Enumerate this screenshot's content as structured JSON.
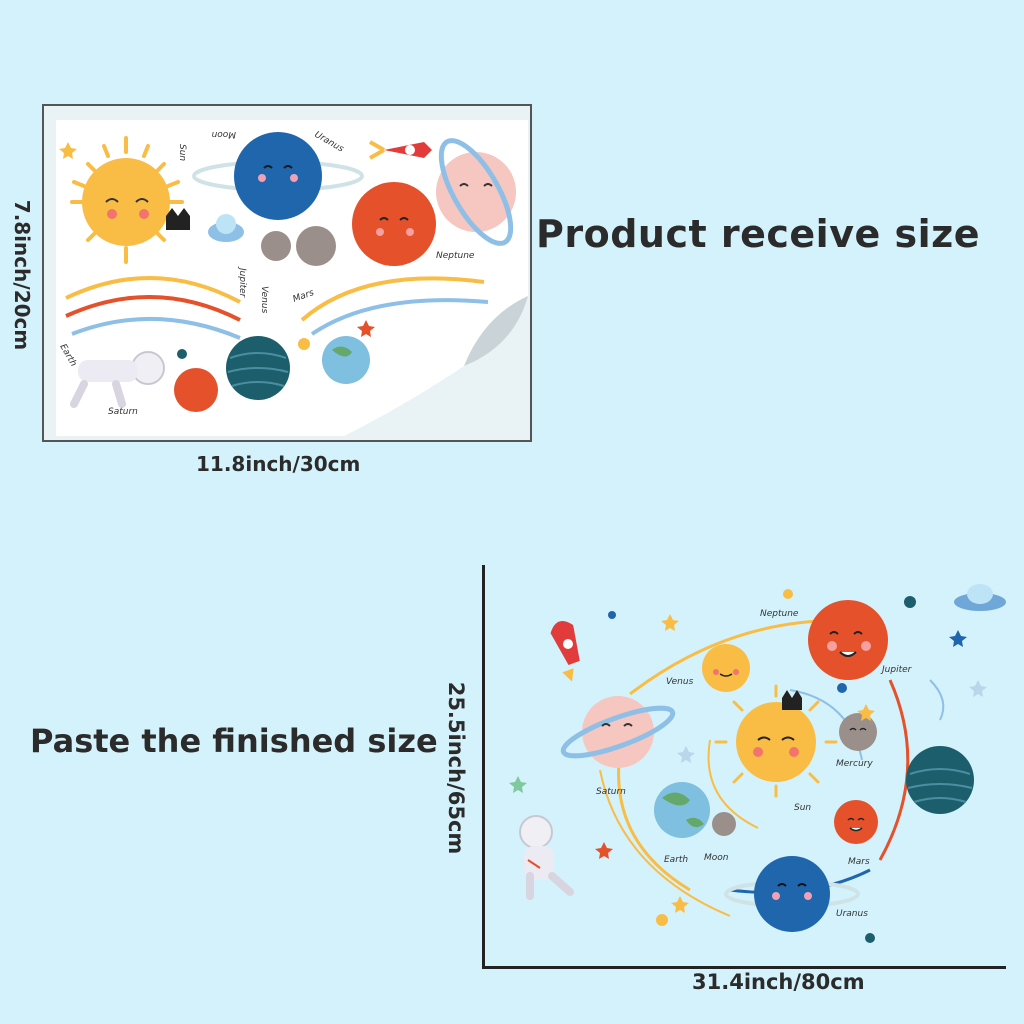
{
  "headings": {
    "receive": "Product receive size",
    "paste": "Paste the finished size"
  },
  "dimensions": {
    "sheet_height": "7.8inch/20cm",
    "sheet_width": "11.8inch/30cm",
    "paste_height": "25.5inch/65cm",
    "paste_width": "31.4inch/80cm"
  },
  "sheet_labels": {
    "sun": "Sun",
    "moon": "Moon",
    "uranus": "Uranus",
    "neptune": "Neptune",
    "mars": "Mars",
    "venus": "Venus",
    "jupiter": "Jupiter",
    "earth": "Earth",
    "saturn": "Saturn"
  },
  "system_labels": {
    "neptune": "Neptune",
    "jupiter": "Jupiter",
    "venus": "Venus",
    "mercury": "Mercury",
    "saturn": "Saturn",
    "sun": "Sun",
    "earth": "Earth",
    "moon": "Moon",
    "mars": "Mars",
    "uranus": "Uranus"
  },
  "colors": {
    "background": "#d4f2fb",
    "sun": "#f9bd45",
    "neptune": "#e4512a",
    "uranus": "#1f66ad",
    "saturn": "#f6c6c0",
    "jupiter": "#1d5e6c",
    "mars": "#e4512a",
    "earth": "#7fbfe0"
  }
}
